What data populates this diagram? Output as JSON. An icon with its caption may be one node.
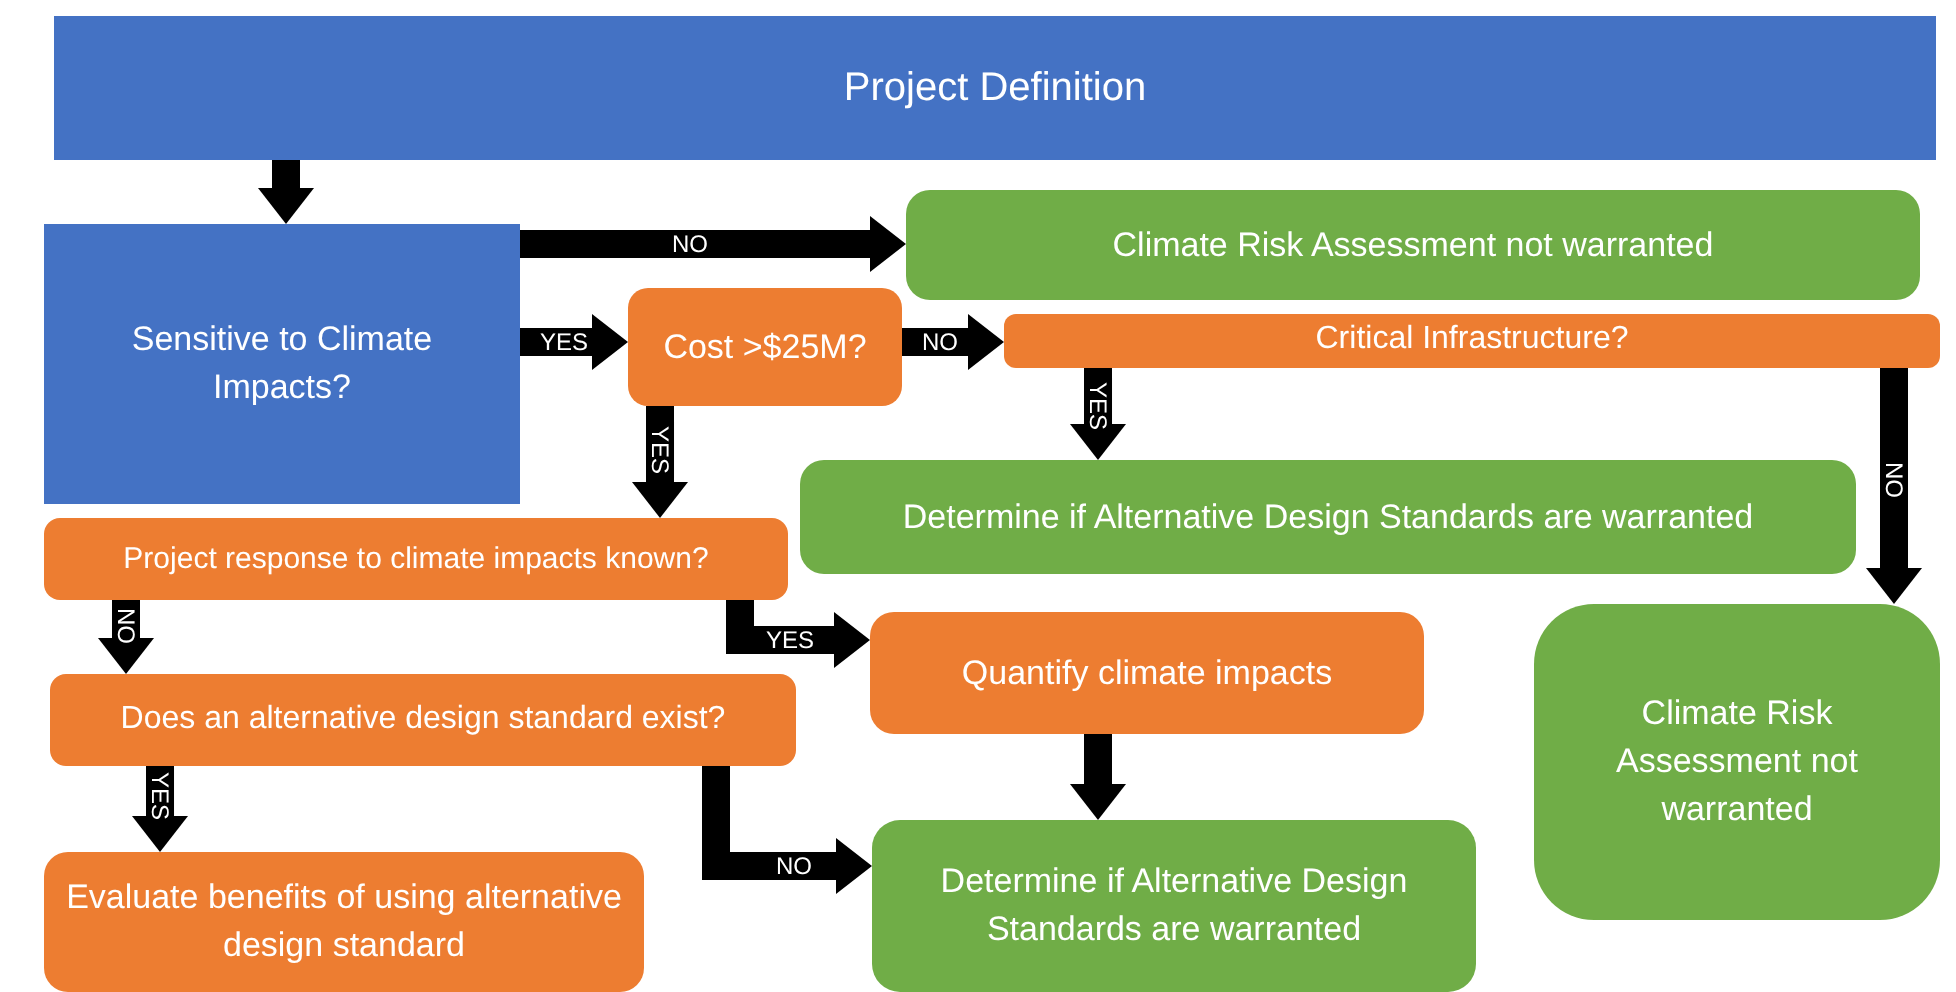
{
  "diagram": {
    "nodes": [
      {
        "text": [
          "Project Definition"
        ]
      },
      {
        "text": [
          "Sensitive to Climate Impacts?"
        ]
      },
      {
        "text": [
          "Climate Risk Assessment not warranted"
        ]
      },
      {
        "text": [
          "Cost >$25M?"
        ]
      },
      {
        "text": [
          "Critical Infrastructure?"
        ]
      },
      {
        "text": [
          "Determine if Alternative Design Standards are warranted"
        ]
      },
      {
        "text": [
          "Project response to climate impacts known?"
        ]
      },
      {
        "text": [
          "Quantify climate impacts"
        ]
      },
      {
        "text": [
          "Does an alternative design standard exist?"
        ]
      },
      {
        "text": [
          "Climate Risk Assessment not warranted"
        ]
      },
      {
        "text": [
          "Evaluate benefits of using alternative design standard"
        ]
      },
      {
        "text": [
          "Determine if Alternative Design Standards are warranted"
        ]
      }
    ],
    "edges": [
      {
        "from": 0,
        "to": 1,
        "arrow": "to"
      },
      {
        "from": 1,
        "to": 2,
        "arrow": "to",
        "label": "NO"
      },
      {
        "from": 1,
        "to": 3,
        "arrow": "to",
        "label": "YES"
      },
      {
        "from": 3,
        "to": 4,
        "arrow": "to",
        "label": "NO"
      },
      {
        "from": 3,
        "to": 6,
        "arrow": "to",
        "label": "YES"
      },
      {
        "from": 4,
        "to": 5,
        "arrow": "to",
        "label": "YES"
      },
      {
        "from": 4,
        "to": 9,
        "arrow": "to",
        "label": "NO"
      },
      {
        "from": 6,
        "to": 8,
        "arrow": "to",
        "label": "NO"
      },
      {
        "from": 6,
        "to": 7,
        "arrow": "to",
        "label": "YES"
      },
      {
        "from": 7,
        "to": 11,
        "arrow": "to"
      },
      {
        "from": 8,
        "to": 10,
        "arrow": "to",
        "label": "YES"
      },
      {
        "from": 8,
        "to": 11,
        "arrow": "to",
        "label": "NO"
      }
    ]
  }
}
